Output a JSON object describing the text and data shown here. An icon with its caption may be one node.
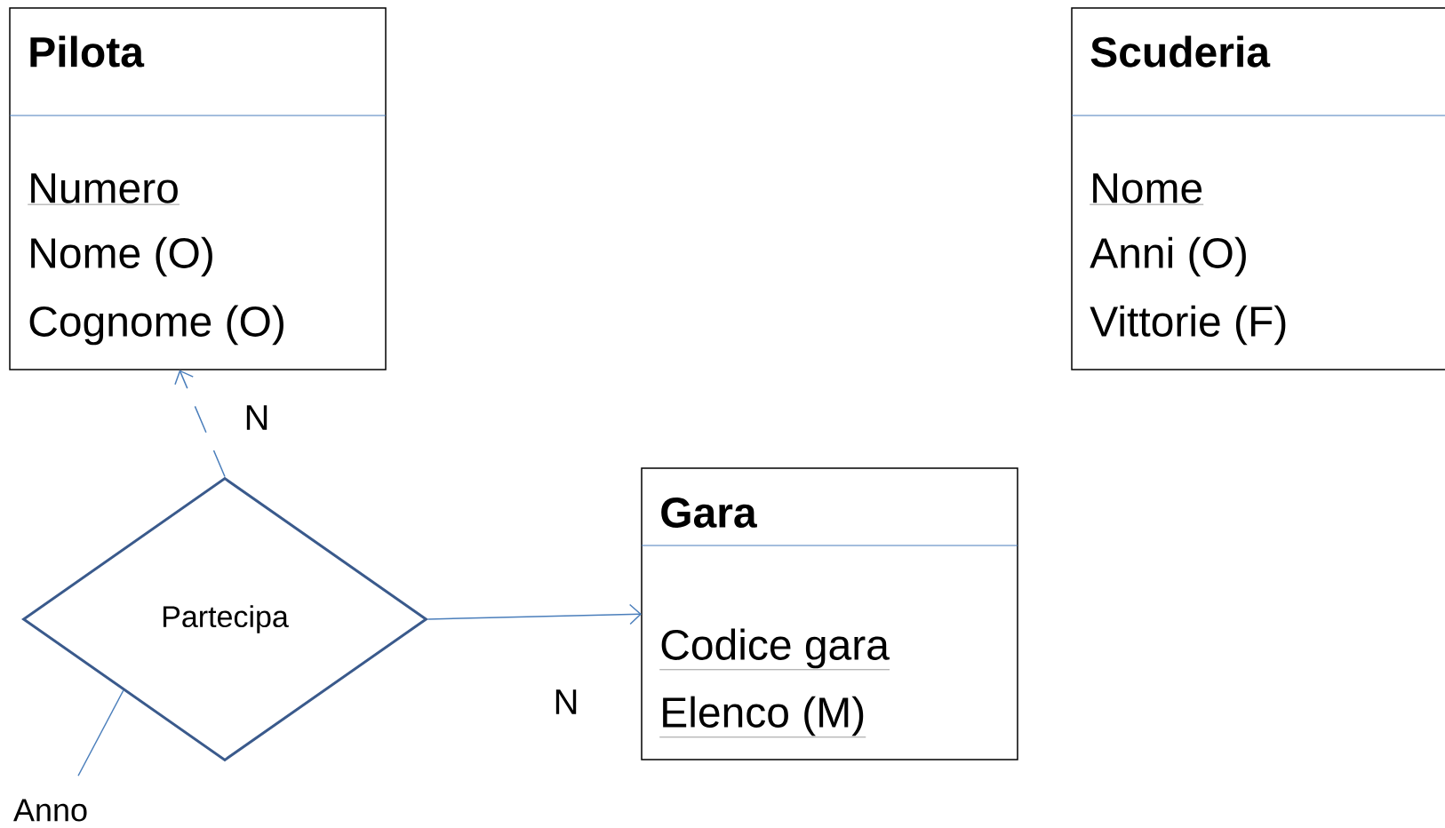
{
  "diagram": {
    "nodes": [
      {
        "text": [
          "Pilota",
          "Numero",
          "Nome (O)",
          "Cognome (O)"
        ]
      },
      {
        "text": [
          "Scuderia",
          "Nome",
          "Anni (O)",
          "Vittorie (F)"
        ]
      },
      {
        "text": [
          "Partecipa"
        ]
      },
      {
        "text": [
          "Gara",
          "Codice gara",
          "Elenco (M)"
        ]
      },
      {
        "text": [
          "Anno"
        ]
      }
    ],
    "edges": [
      {
        "from": 2,
        "to": 0,
        "arrow": "to",
        "label": "N",
        "style": "dashed"
      },
      {
        "from": 2,
        "to": 3,
        "arrow": "to",
        "label": "N"
      },
      {
        "from": 4,
        "to": 2,
        "arrow": "none"
      }
    ]
  }
}
